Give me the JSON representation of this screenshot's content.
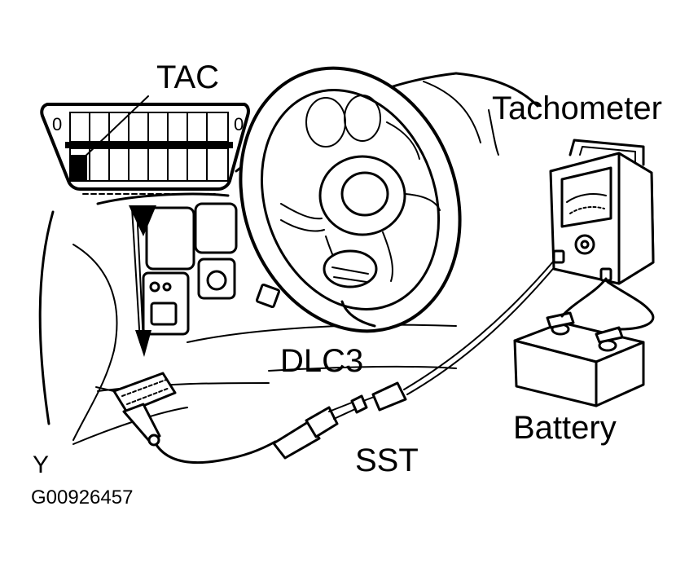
{
  "labels": {
    "tac": "TAC",
    "tachometer": "Tachometer",
    "dlc3": "DLC3",
    "battery": "Battery",
    "sst": "SST",
    "y": "Y",
    "figure_id": "G00926457"
  },
  "connector": {
    "left_pin_mark": "0",
    "right_pin_mark": "0"
  }
}
